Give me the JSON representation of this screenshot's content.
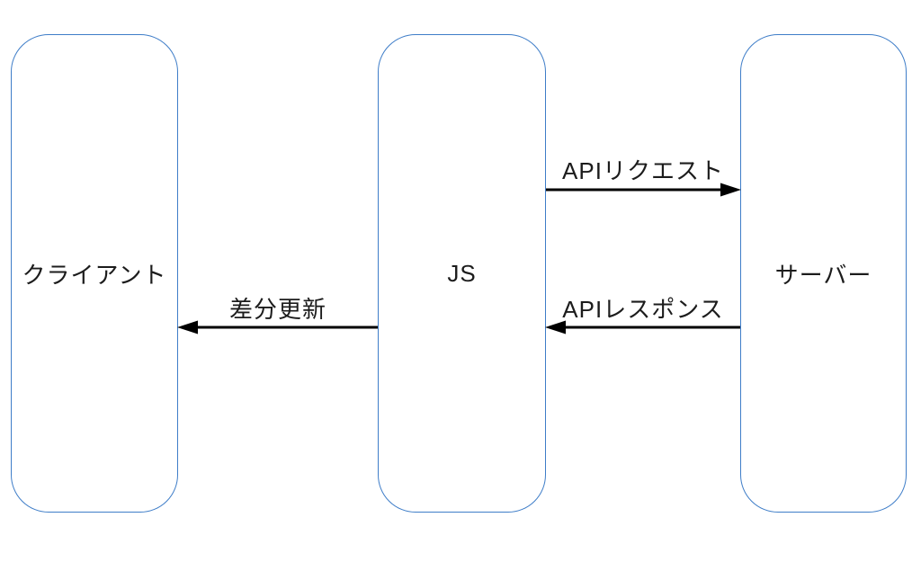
{
  "diagram": {
    "nodes": [
      {
        "id": "client",
        "label": "クライアント"
      },
      {
        "id": "js",
        "label": "JS"
      },
      {
        "id": "server",
        "label": "サーバー"
      }
    ],
    "edges": [
      {
        "id": "api-request",
        "label": "APIリクエスト",
        "from": "js",
        "to": "server"
      },
      {
        "id": "api-response",
        "label": "APIレスポンス",
        "from": "server",
        "to": "js"
      },
      {
        "id": "diff-update",
        "label": "差分更新",
        "from": "js",
        "to": "client"
      }
    ],
    "colors": {
      "node_border": "#3e7dc8",
      "arrow": "#000000",
      "text": "#1c1c1c",
      "background": "#ffffff"
    }
  }
}
